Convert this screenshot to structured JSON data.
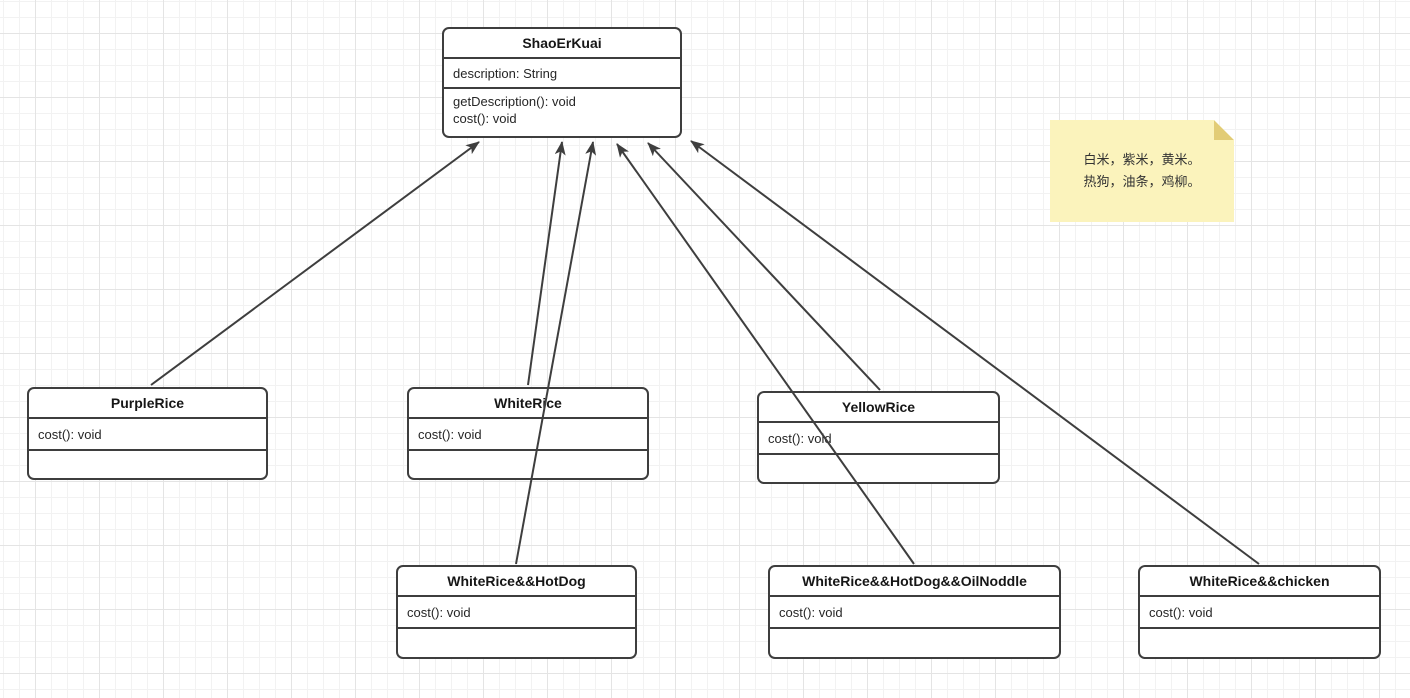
{
  "diagram": {
    "classes": {
      "shaoerkuai": {
        "title": "ShaoErKuai",
        "attributes": [
          "description: String"
        ],
        "methods": [
          "getDescription(): void",
          "cost(): void"
        ]
      },
      "purplerice": {
        "title": "PurpleRice",
        "methods": [
          "cost(): void"
        ]
      },
      "whiterice": {
        "title": "WhiteRice",
        "methods": [
          "cost(): void"
        ]
      },
      "yellowrice": {
        "title": "YellowRice",
        "methods": [
          "cost(): void"
        ]
      },
      "whitericehotdog": {
        "title": "WhiteRice&&HotDog",
        "methods": [
          "cost(): void"
        ]
      },
      "whitericehotdogoilnoddle": {
        "title": "WhiteRice&&HotDog&&OilNoddle",
        "methods": [
          "cost(): void"
        ]
      },
      "whitericechicken": {
        "title": "WhiteRice&&chicken",
        "methods": [
          "cost(): void"
        ]
      }
    },
    "edges": [
      {
        "from": "PurpleRice",
        "to": "ShaoErKuai",
        "type": "arrow"
      },
      {
        "from": "WhiteRice",
        "to": "ShaoErKuai",
        "type": "arrow"
      },
      {
        "from": "WhiteRice&&HotDog",
        "to": "ShaoErKuai",
        "type": "arrow"
      },
      {
        "from": "YellowRice",
        "to": "ShaoErKuai",
        "type": "arrow"
      },
      {
        "from": "WhiteRice&&HotDog&&OilNoddle",
        "to": "ShaoErKuai",
        "type": "arrow"
      },
      {
        "from": "WhiteRice&&chicken",
        "to": "ShaoErKuai",
        "type": "arrow"
      }
    ],
    "note": {
      "lines": [
        "白米，紫米，黄米。",
        "热狗，油条，鸡柳。"
      ],
      "fill_color": "#FBF3BC",
      "fold_color": "#E2CC76"
    },
    "colors": {
      "stroke": "#3E3E3E",
      "canvas_background": "#FFFFFF",
      "grid_minor": "#F2F2F2",
      "grid_major": "#E4E4E4"
    }
  }
}
